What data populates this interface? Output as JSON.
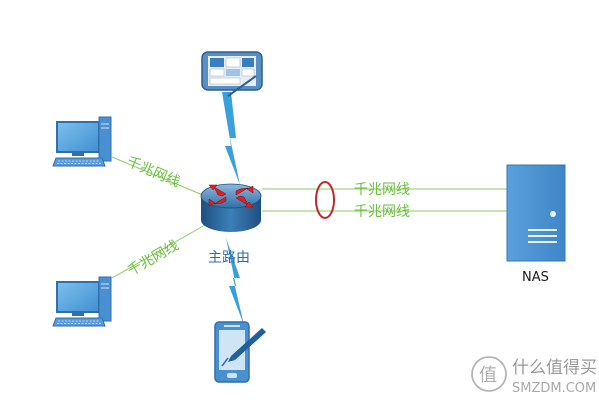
{
  "diagram": {
    "router_label": "主路由",
    "nas_label": "NAS",
    "links": {
      "pc_top": "千兆网线",
      "pc_bottom": "千兆网线",
      "nas_upper": "千兆网线",
      "nas_lower": "千兆网线"
    }
  },
  "watermark": {
    "logo_char": "值",
    "title": "什么值得买",
    "domain": "SMZDM.COM"
  },
  "colors": {
    "device_blue": "#4a90d0",
    "device_blue_dark": "#2f6fae",
    "cable_green": "#6abf3f",
    "lightning_blue": "#3aa0dc",
    "router_label_blue": "#2b6cb0",
    "bundle_ring_red": "#c0272d",
    "router_arrow_red": "#e02020"
  },
  "icons": {
    "tablet_top": "tablet-icon",
    "pc_top": "desktop-computer-icon",
    "pc_bottom": "desktop-computer-icon",
    "router": "router-icon",
    "nas": "nas-server-icon",
    "tablet_bottom": "pen-tablet-icon",
    "wifi_links": "lightning-bolt-icon"
  }
}
